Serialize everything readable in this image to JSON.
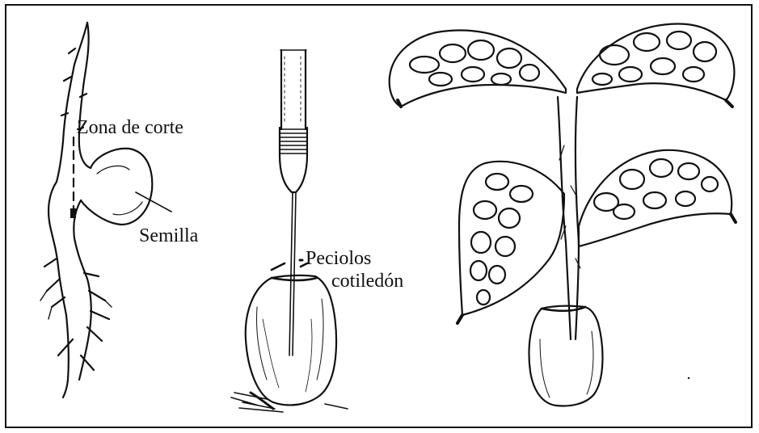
{
  "labels": {
    "zona_corte": "Zona de corte",
    "semilla": "Semilla",
    "peciolos": "Peciolos",
    "cotiledon": "cotiledón"
  },
  "colors": {
    "ink": "#111111",
    "background": "#ffffff"
  }
}
